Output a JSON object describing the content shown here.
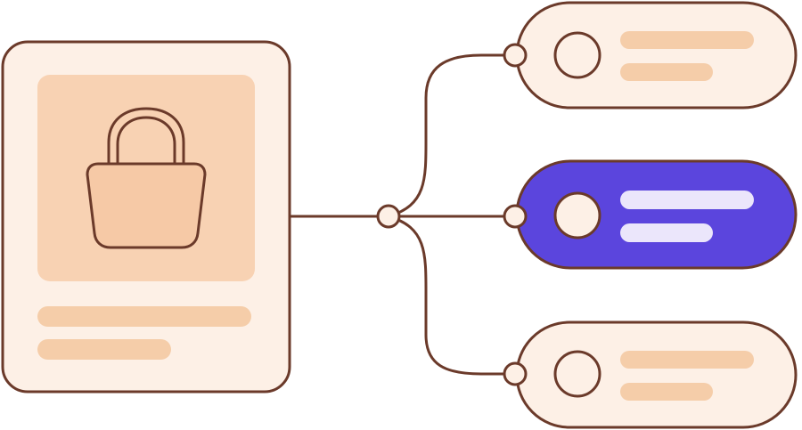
{
  "colors": {
    "outline": "#6b3a2a",
    "card_fill": "#fdf0e6",
    "image_fill": "#f8d2b3",
    "bag_fill": "#f6c9a6",
    "placeholder_bar": "#f5cda9",
    "selected_fill": "#5b45dd",
    "selected_bar": "#ebe6fb",
    "node_fill": "#fdf0e6"
  },
  "icons": {
    "product": "shopping-bag-icon"
  },
  "product_card": {
    "text_lines": 2
  },
  "options": [
    {
      "name": "option-top",
      "selected": false
    },
    {
      "name": "option-middle",
      "selected": true
    },
    {
      "name": "option-bottom",
      "selected": false
    }
  ]
}
